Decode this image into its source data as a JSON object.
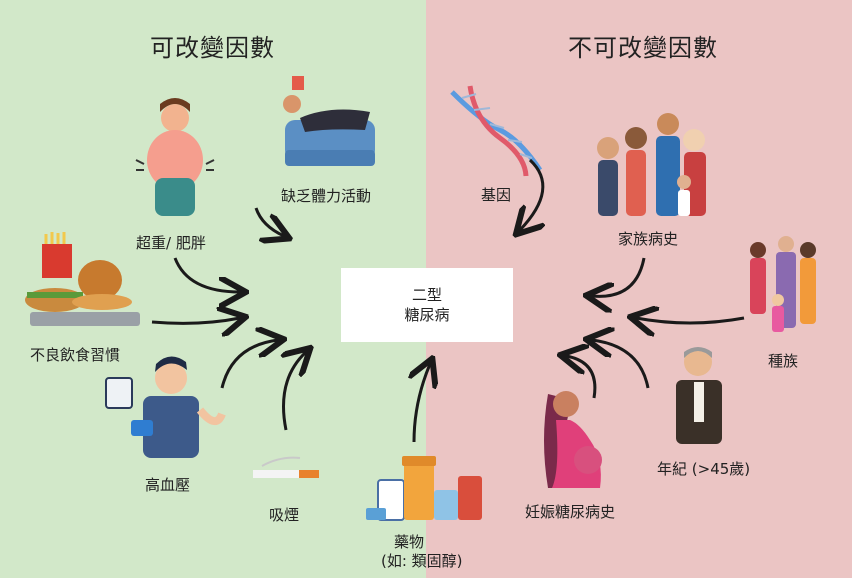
{
  "headings": {
    "modifiable": "可改變因數",
    "non_modifiable": "不可改變因數"
  },
  "center": {
    "line1": "二型",
    "line2": "糖尿病"
  },
  "factors": {
    "overweight": "超重/ 肥胖",
    "inactivity": "缺乏體力活動",
    "diet": "不良飲食習慣",
    "blood_pressure": "高血壓",
    "smoking": "吸煙",
    "medication_1": "藥物",
    "medication_2": "(如: 類固醇)",
    "gene": "基因",
    "family_history": "家族病史",
    "ethnicity": "種族",
    "age": "年紀 (>45歲)",
    "gestational": "妊娠糖尿病史"
  },
  "colors": {
    "left_bg": "#d2e8c9",
    "right_bg": "#ebc5c4",
    "arrow": "#1a1a1a"
  }
}
